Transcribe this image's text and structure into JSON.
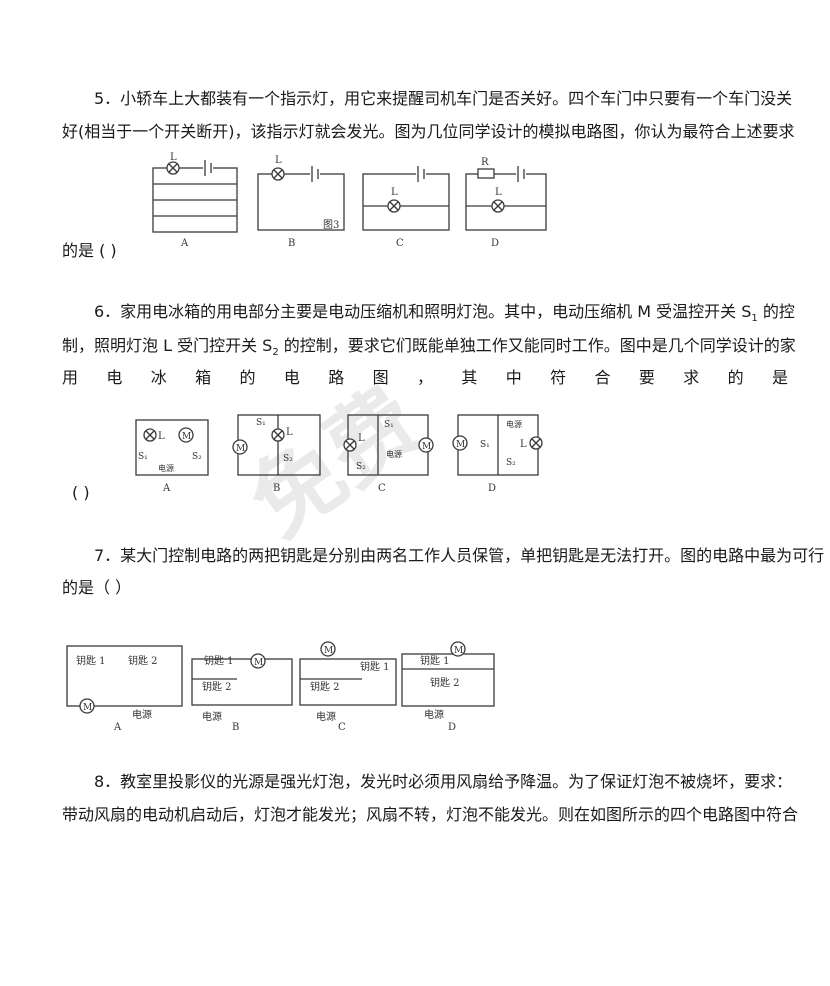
{
  "q5": {
    "line1": "5．小轿车上大都装有一个指示灯，用它来提醒司机车门是否关好。四个车门中只要有一个车门没关",
    "line2": "好(相当于一个开关断开)，该指示灯就会发光。图为几位同学设计的模拟电路图，你认为最符合上述要求",
    "line3": "的是   (   )",
    "fig_labels": {
      "lamp": "L",
      "resistor": "R",
      "fig_note": "图3",
      "a": "A",
      "b": "B",
      "c": "C",
      "d": "D"
    }
  },
  "q6": {
    "line1_pre": "6．家用电冰箱的用电部分主要是电动压缩机和照明灯泡。其中，电动压缩机 M 受温控开关 S",
    "line1_sub": "1",
    "line1_post": " 的控",
    "line2_pre": "制，照明灯泡 L 受门控开关 S",
    "line2_sub": "2",
    "line2_post": " 的控制，要求它们既能单独工作又能同时工作。图中是几个同学设计的家",
    "line3": "用电冰箱的电路图，其中符合要求的是",
    "line4": "(      )",
    "fig_labels": {
      "motor": "M",
      "lamp": "L",
      "s1": "S₁",
      "s2": "S₂",
      "source": "电源",
      "a": "A",
      "b": "B",
      "c": "C",
      "d": "D"
    }
  },
  "q7": {
    "line1": "7．某大门控制电路的两把钥匙是分别由两名工作人员保管，单把钥匙是无法打开。图的电路中最为可行",
    "line2": "的是（     ）",
    "fig_labels": {
      "key1": "钥匙 1",
      "key2": "钥匙 2",
      "motor": "M",
      "source": "电源",
      "a": "A",
      "b": "B",
      "c": "C",
      "d": "D"
    }
  },
  "q8": {
    "line1": "8．教室里投影仪的光源是强光灯泡，发光时必须用风扇给予降温。为了保证灯泡不被烧坏，要求：",
    "line2": "带动风扇的电动机启动后，灯泡才能发光；风扇不转，灯泡不能发光。则在如图所示的四个电路图中符合"
  },
  "watermark": "免费"
}
